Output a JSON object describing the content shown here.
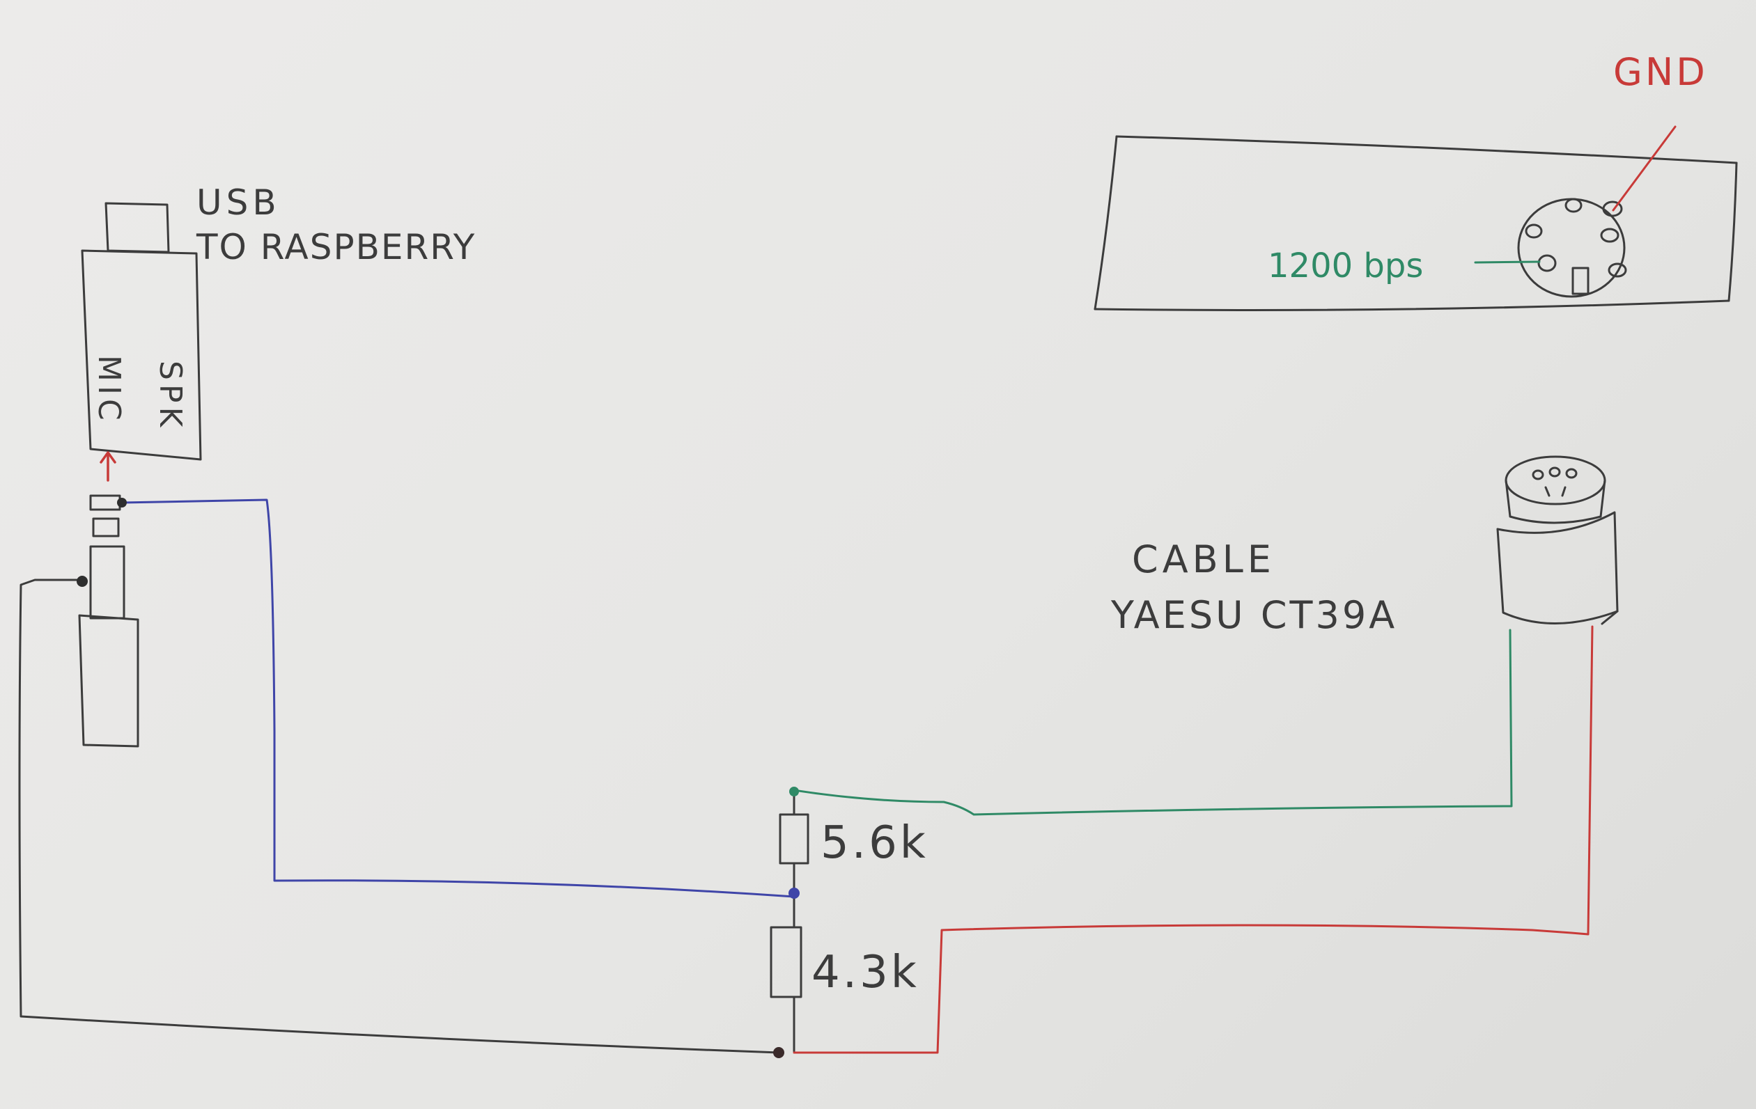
{
  "labels": {
    "usb": "USB",
    "to_raspberry": "TO RASPBERRY",
    "mic": "MIC",
    "spk": "SPK",
    "gnd": "GND",
    "baud": "1200 bps",
    "cable_line1": "CABLE",
    "cable_line2": "YAESU CT39A",
    "r1": "5.6k",
    "r2": "4.3k"
  },
  "colors": {
    "pencil": "#3c3c3c",
    "blue_wire": "#3f45a8",
    "green_wire": "#2f8a66",
    "red_wire": "#c83a38",
    "paper": "#e8e8e6"
  }
}
